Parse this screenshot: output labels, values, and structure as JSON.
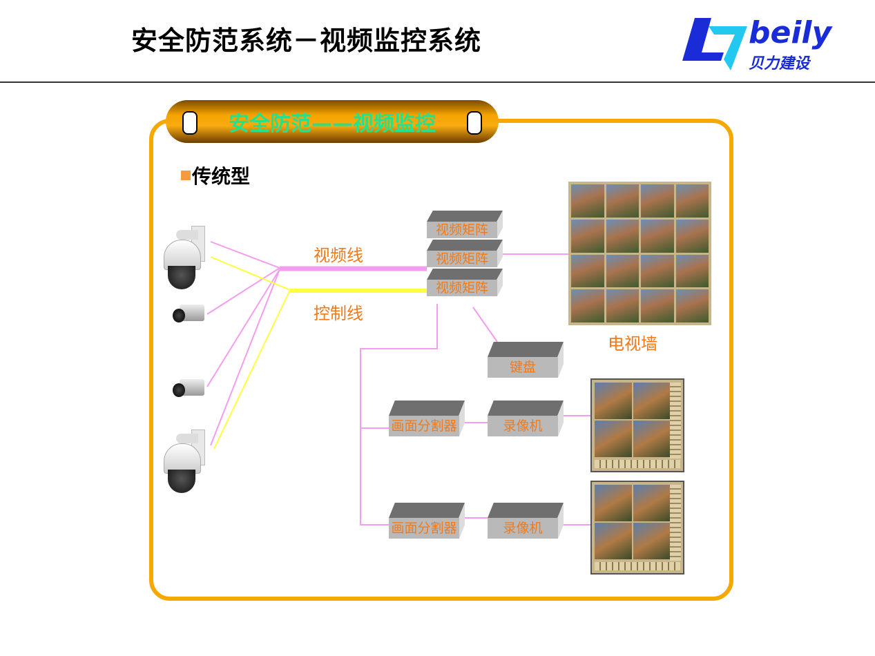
{
  "header": {
    "title": "安全防范系统－视频监控系统",
    "logo_text": "beily",
    "logo_subtitle": "贝力建设"
  },
  "banner": {
    "title": "安全防范——视频监控"
  },
  "section": {
    "label": "传统型"
  },
  "diagram": {
    "cable_labels": {
      "video": "视频线",
      "control": "控制线"
    },
    "matrix": [
      "视频矩阵",
      "视频矩阵",
      "视频矩阵"
    ],
    "keyboard": "键盘",
    "tv_wall": "电视墙",
    "rows": [
      {
        "splitter": "画面分割器",
        "recorder": "录像机"
      },
      {
        "splitter": "画面分割器",
        "recorder": "录像机"
      }
    ],
    "colors": {
      "video_line": "#f49cf0",
      "control_line": "#ffff40",
      "accent": "#f5a800",
      "box_text": "#f07a1a"
    }
  }
}
